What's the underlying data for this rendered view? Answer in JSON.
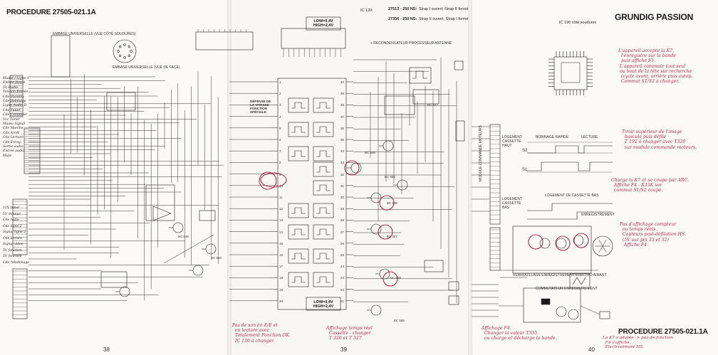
{
  "header": {
    "procedure_top": "PROCEDURE 27505-021.1A",
    "procedure_bottom": "PROCEDURE 27505-021.1A",
    "brand": "GRUNDIG PASSION"
  },
  "page_numbers": [
    "38",
    "39",
    "40"
  ],
  "legend": {
    "ic_label": "IC 120:",
    "row1_code": "27513 - 250 NS:",
    "row1_text": "Strap I ouvert, Strap II fermé",
    "row2_code": "27356 - 250 NS:",
    "row2_text": "Strap II ouvert, Strap I fermé",
    "ic190": "IC 190 côté soudures"
  },
  "boxes": {
    "low_high_top_1": "LOW=0,4V",
    "low_high_top_2": "HIGH=2,4V",
    "low_high_bottom_1": "LOW=0,4V",
    "low_high_bottom_2": "HIGH=2,4V"
  },
  "labels": {
    "embase": "EMBASE UNIVERSELLE (VUE CÔTÉ SOUDURES)",
    "embase2": "EMBASE UNIVERSELLE (VUE DE FACE)",
    "microproc": "+ RECONDENSATEUR PROCESSEUR ANTENNE",
    "defense": "DÉFENSE DE LA VITESSE FONCTION SPÉCIALE",
    "logement_haut": "LOGEMENT CASSETTE HAUT",
    "bobinage": "BOBINAGE RAPIDE",
    "lecture": "LECTURE",
    "logement_bas": "LOGEMENT CASSETTE BAS",
    "logement_bas2": "LOGEMENT DE CASSETTE BAS",
    "enregistrement": "ENREGISTREMENT",
    "module_commande": "MODULE COMMANDE MOTEURS",
    "verrouillage": "VERROUILLAGE ENREGISTREMENT",
    "electroaimant": "ELECTRO AIMANT",
    "commutateur": "COMMUTATEUR ENREGISTREMENT",
    "s2": "S2",
    "s1": "S1"
  },
  "annotations": {
    "note_right_1": "L'appareil accepte la K7,\n  l'enregistre sur la bande\n  puis affiche F1.\n L'appareil commute tout seul\n ou bout de la tête sur recherche\n  (cycle avant, arrière puis autop.\n  Commut S1/S2 à changer.",
    "note_right_2": "Tiroir supérieur de l'image\n  bascule puis défile\n  T 192 à changer avec T320\n  sur module commande moteurs.",
    "note_right_3": "Charge la K7 et se coupe par ARC.\n  Affiche F4 - R33K sur\n  commut S1/S2 coupé.",
    "note_right_4": "Pas d'affichage compteur\n  ou temps réels.\n  Capteurs post-défilation HS.\n  (5V sur pin 33 et 32)\n   Affiche F4.",
    "note_bottom_left": "Pas de son en E/E et\n  en lecture avec\n  Totalement Fonction OK.\n  IC 130 à changer.",
    "note_bottom_mid": "Affichage temps réel\n  Cassette - changer\n  T 326 et T 327",
    "note_bottom_right": "Affichage F4.\n  Changer la valeur T335.\n  ou charge et décharge la bande.",
    "note_bottom_far": "La K7 s'adapte -> pas de fonction\n  F4 s'affiche.\n  Électroaimant HS."
  },
  "left_pin_labels": [
    "Masse / Ligne 1",
    "Entrée Haute",
    "5V Radio",
    "Tension Entrée",
    "Cde Standby",
    "Cde Bobinage",
    "Ligne Audio D",
    "Cde Tuner",
    "Cde Compteur",
    "Vcc Tuner",
    "Masse Signal",
    "Cde Marche",
    "Cde Arrêt",
    "Cde Lecture",
    "Cde Enreg.",
    "Sortie audio",
    "Entrée audio",
    "Mute"
  ],
  "left_pin_labels_lower": [
    "12V tuner",
    "5V moteur",
    "Cde radio",
    "Cde ligne 2",
    "Signal ligne 2",
    "Cde lecture",
    "Signal video",
    "5V fonction",
    "5V fonction",
    "Cde rebobinage"
  ],
  "transistors": [
    "BC 548",
    "BC 558",
    "BC 548",
    "BC 337",
    "BC 548",
    "BC 558",
    "BC 548",
    "BC 558",
    "BC 327"
  ],
  "ic_pins_left": [
    "1",
    "2",
    "3",
    "4",
    "5",
    "6",
    "7",
    "8",
    "9",
    "10",
    "11",
    "12",
    "13",
    "14",
    "15",
    "16",
    "17",
    "18",
    "19",
    "20"
  ],
  "ic_pins_right": [
    "40",
    "39",
    "38",
    "37",
    "36",
    "35",
    "34",
    "33",
    "32",
    "31",
    "30",
    "29",
    "28",
    "27",
    "26",
    "25",
    "24",
    "23",
    "22",
    "21"
  ],
  "colors": {
    "ink": "#1c1c1c",
    "annotation": "#b02a4a",
    "paper": "#fbfaf7"
  }
}
